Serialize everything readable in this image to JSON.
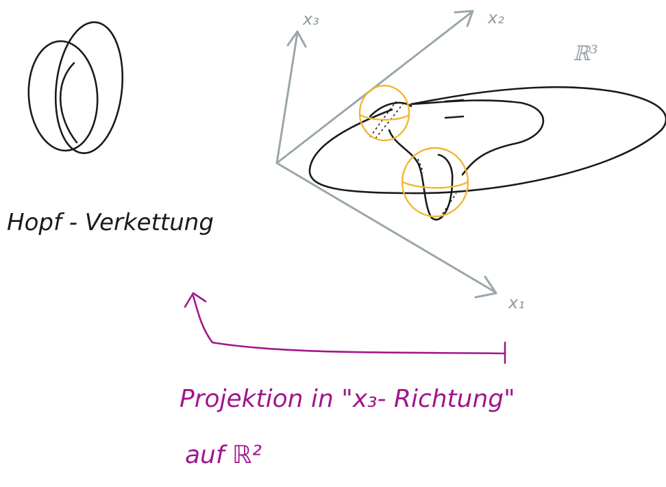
{
  "left_label": "Hopf - Verkettung",
  "axes": {
    "x1": "x₁",
    "x2": "x₂",
    "x3": "x₃"
  },
  "space_label": "ℝ³",
  "projection_text_line1": "Projektion in \"x₃- Richtung\"",
  "projection_text_line2": "auf ℝ²",
  "colors": {
    "ink": "#1a1a1a",
    "axes": "#9aa6ab",
    "highlight": "#f2b632",
    "arrow": "#a0168c"
  }
}
